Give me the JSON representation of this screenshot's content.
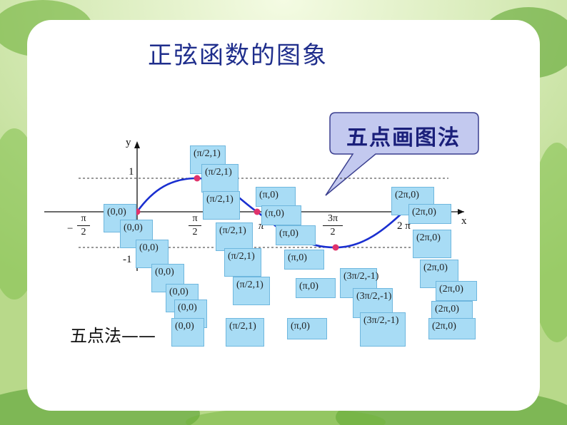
{
  "title": "正弦函数的图象",
  "callout": "五点画图法",
  "method_label": "五点法——",
  "axes": {
    "x_label": "x",
    "y_label": "y",
    "one": "1",
    "minus_one": "-1",
    "pi": "π",
    "two": "2",
    "three_pi": "3π",
    "minus": "−",
    "pi_tick": "π",
    "two_pi": "2 π"
  },
  "points": [
    {
      "text": "(0,0)"
    },
    {
      "text": "(π/2,1)"
    },
    {
      "text": "(π,0)"
    },
    {
      "text": "(3π/2,-1)"
    },
    {
      "text": "(2π,0)"
    }
  ],
  "colors": {
    "curve": "#1a2fd0",
    "point": "#e0336b",
    "box": "#a8dcf5",
    "title": "#1f2e8c"
  }
}
